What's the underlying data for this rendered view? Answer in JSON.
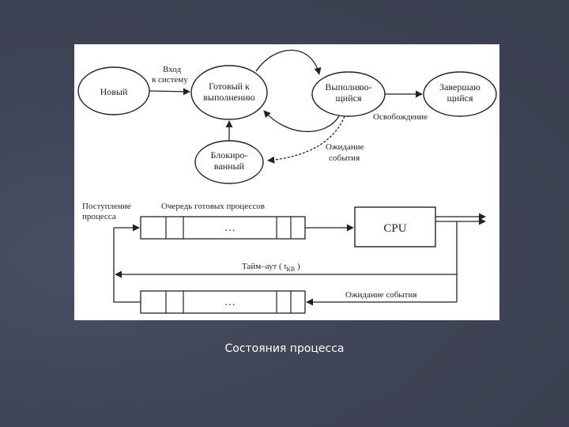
{
  "states": {
    "new": "Новый",
    "ready_1": "Готовый к",
    "ready_2": "выполнению",
    "running_1": "Выполняю-",
    "running_2": "щийся",
    "terminating_1": "Завершаю",
    "terminating_2": "щийся",
    "blocked_1": "Блокиро-",
    "blocked_2": "ванный"
  },
  "transitions": {
    "enter_1": "Вход",
    "enter_2": "в систему",
    "release": "Освобождение",
    "wait_1": "Ожидание",
    "wait_2": "события"
  },
  "queue_model": {
    "arrival_1": "Поступление",
    "arrival_2": "процесса",
    "ready_queue": "Очередь готовых процессов",
    "cpu": "CPU",
    "timeout": "Тайм–аут ( t",
    "timeout_sub": "КВ",
    "timeout_close": " )",
    "event_wait": "Ожидание события",
    "dots_top": "…",
    "dots_bottom": "…"
  },
  "caption": "Состояния процесса",
  "colors": {
    "background": "#3f4456",
    "panel": "#ffffff",
    "ink": "#222222"
  }
}
